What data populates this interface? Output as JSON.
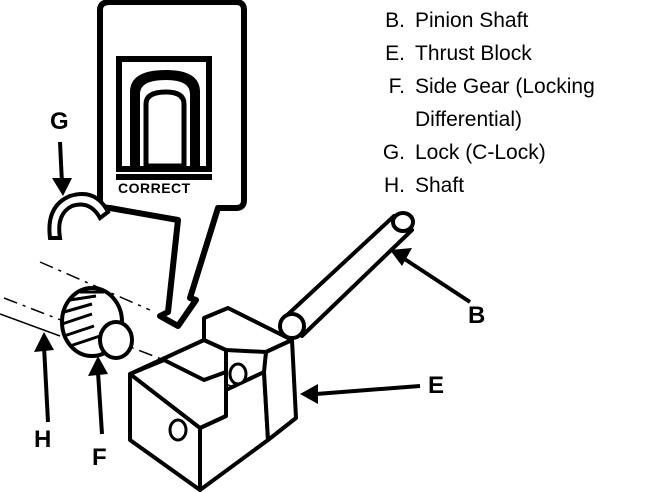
{
  "diagram": {
    "legend": [
      {
        "key": "B.",
        "label": "Pinion Shaft"
      },
      {
        "key": "E.",
        "label": "Thrust Block"
      },
      {
        "key": "F.",
        "label": "Side Gear (Locking",
        "continuation": "Differential)"
      },
      {
        "key": "G.",
        "label": "Lock (C-Lock)"
      },
      {
        "key": "H.",
        "label": "Shaft"
      }
    ],
    "callouts": {
      "g": "G",
      "b": "B",
      "e": "E",
      "h": "H",
      "f": "F"
    },
    "inset_label": "CORRECT",
    "colors": {
      "ink": "#000000",
      "paper": "#ffffff"
    }
  }
}
